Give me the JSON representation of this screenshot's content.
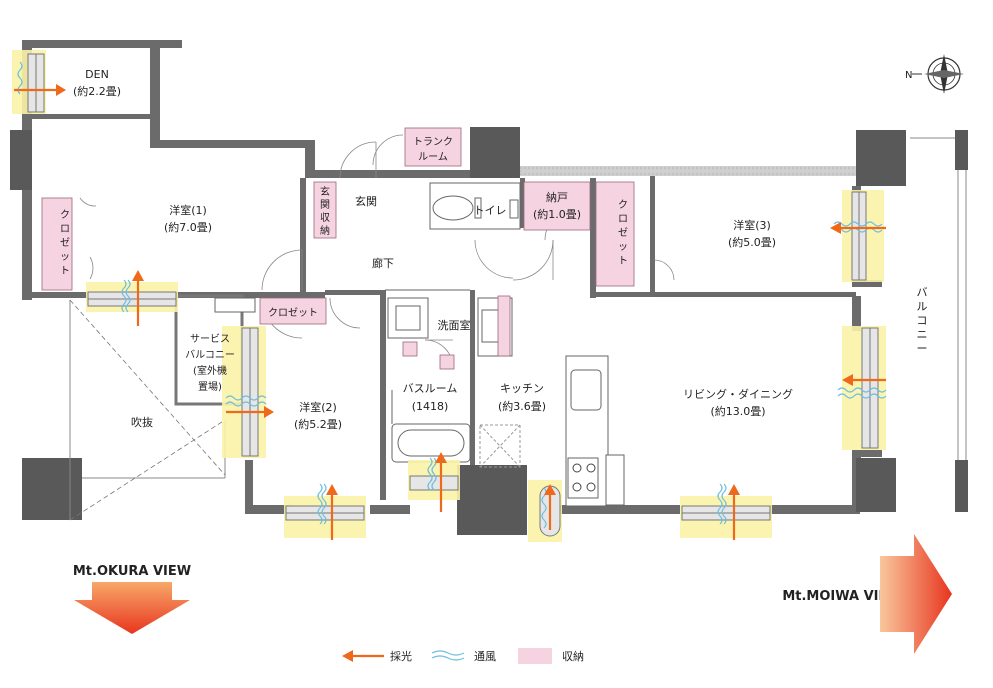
{
  "rooms": {
    "den": {
      "name": "DEN",
      "size": "(約2.2畳)"
    },
    "western1": {
      "name": "洋室(1)",
      "size": "(約7.0畳)"
    },
    "western2": {
      "name": "洋室(2)",
      "size": "(約5.2畳)"
    },
    "western3": {
      "name": "洋室(3)",
      "size": "(約5.0畳)"
    },
    "living": {
      "name": "リビング・ダイニング",
      "size": "(約13.0畳)"
    },
    "kitchen": {
      "name": "キッチン",
      "size": "(約3.6畳)"
    },
    "bath": {
      "name": "バスルーム",
      "size": "(1418)"
    },
    "washroom": {
      "name": "洗面室"
    },
    "toilet": {
      "name": "トイレ"
    },
    "entrance": {
      "name": "玄関"
    },
    "corridor": {
      "name": "廊下"
    },
    "void": {
      "name": "吹抜"
    },
    "storeroom": {
      "name": "納戸",
      "size": "(約1.0畳)"
    },
    "service_balcony": {
      "lines": [
        "サービス",
        "バルコニー",
        "(室外機",
        "置場)"
      ]
    },
    "balcony": {
      "chars": [
        "バ",
        "ル",
        "コ",
        "ニ",
        "ー"
      ]
    }
  },
  "storage": {
    "trunk_room": [
      "トランク",
      "ルーム"
    ],
    "entrance_storage": [
      "玄",
      "関",
      "収",
      "納"
    ],
    "closet_w1": [
      "ク",
      "ロ",
      "ゼ",
      "ッ",
      "ト"
    ],
    "closet_w2": "クロゼット",
    "closet_w3": [
      "ク",
      "ロ",
      "ゼ",
      "ッ",
      "ト"
    ]
  },
  "views": {
    "left": "Mt.OKURA VIEW",
    "right": "Mt.MOIWA VIEW"
  },
  "legend": {
    "light": "採光",
    "ventilation": "通風",
    "storage": "収納"
  },
  "compass": {
    "label": "N"
  },
  "colors": {
    "wall": "#6b6b6b",
    "storage": "#f6d3e0",
    "light_arrow": "#ee6a1a",
    "breeze": "#6fbfe0",
    "window_glow": "#fbf3a8",
    "view_arrow_top": "#f7a86a",
    "view_arrow_bottom": "#e8351e"
  }
}
